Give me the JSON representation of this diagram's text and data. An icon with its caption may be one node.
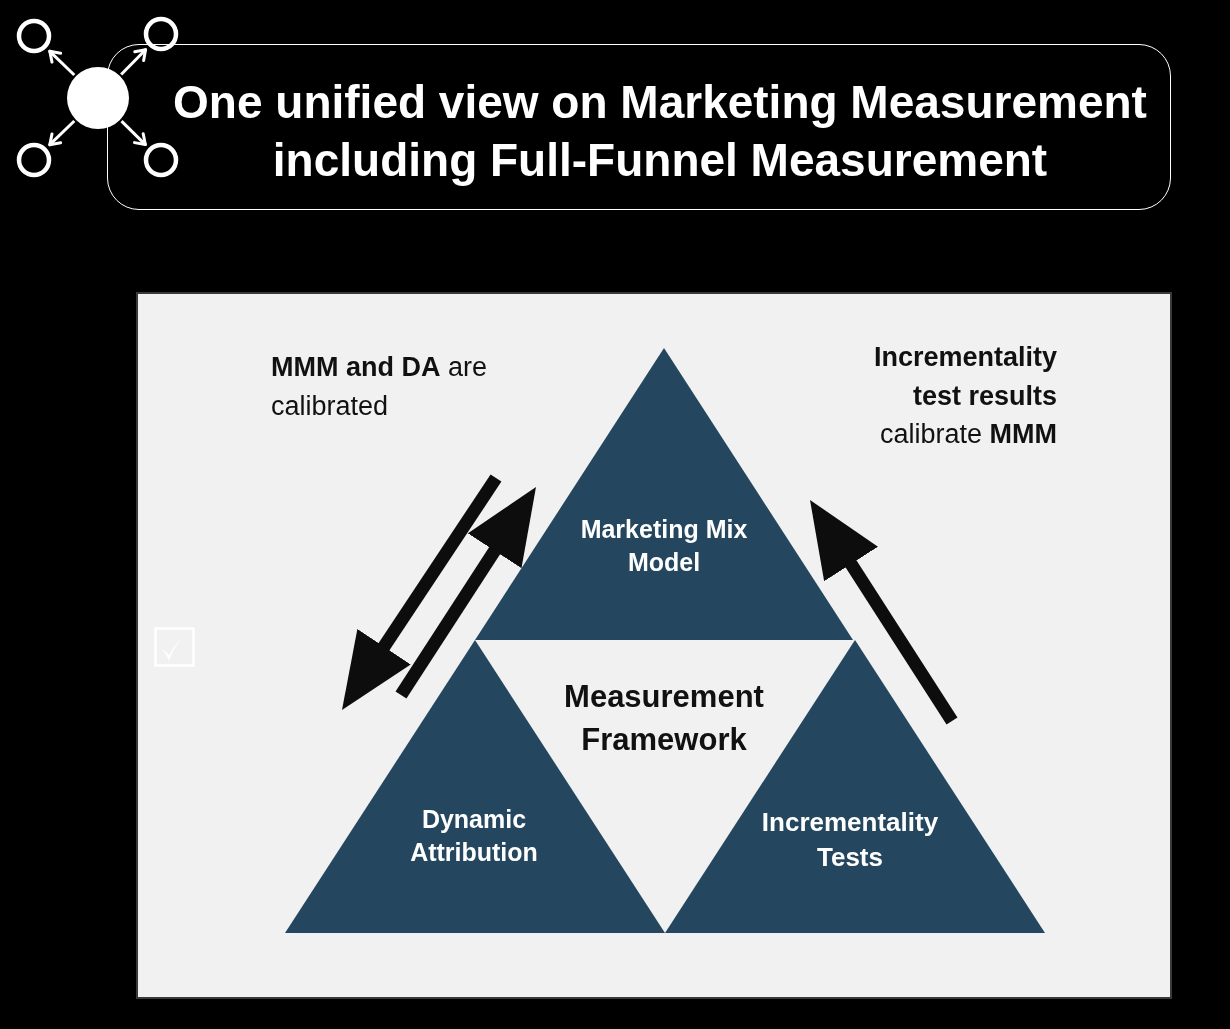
{
  "diagram": {
    "title": "One unified view on Marketing Measurement including Full-Funnel Measurement",
    "nodes": [
      {
        "text": [
          "Measurement Framework"
        ]
      },
      {
        "text": [
          "Marketing Mix Model"
        ],
        "in": 0
      },
      {
        "text": [
          "Dynamic Attribution"
        ],
        "in": 0
      },
      {
        "text": [
          "Incrementality Tests"
        ],
        "in": 0
      }
    ],
    "edges": [
      {
        "from": 1,
        "to": 2,
        "arrow": "to"
      },
      {
        "from": 2,
        "to": 1,
        "arrow": "to"
      },
      {
        "from": 3,
        "to": 1,
        "arrow": "to"
      }
    ],
    "labels": [
      "**MMM and DA** are calibrated",
      "**Incrementality test results** calibrate **MMM**"
    ]
  }
}
